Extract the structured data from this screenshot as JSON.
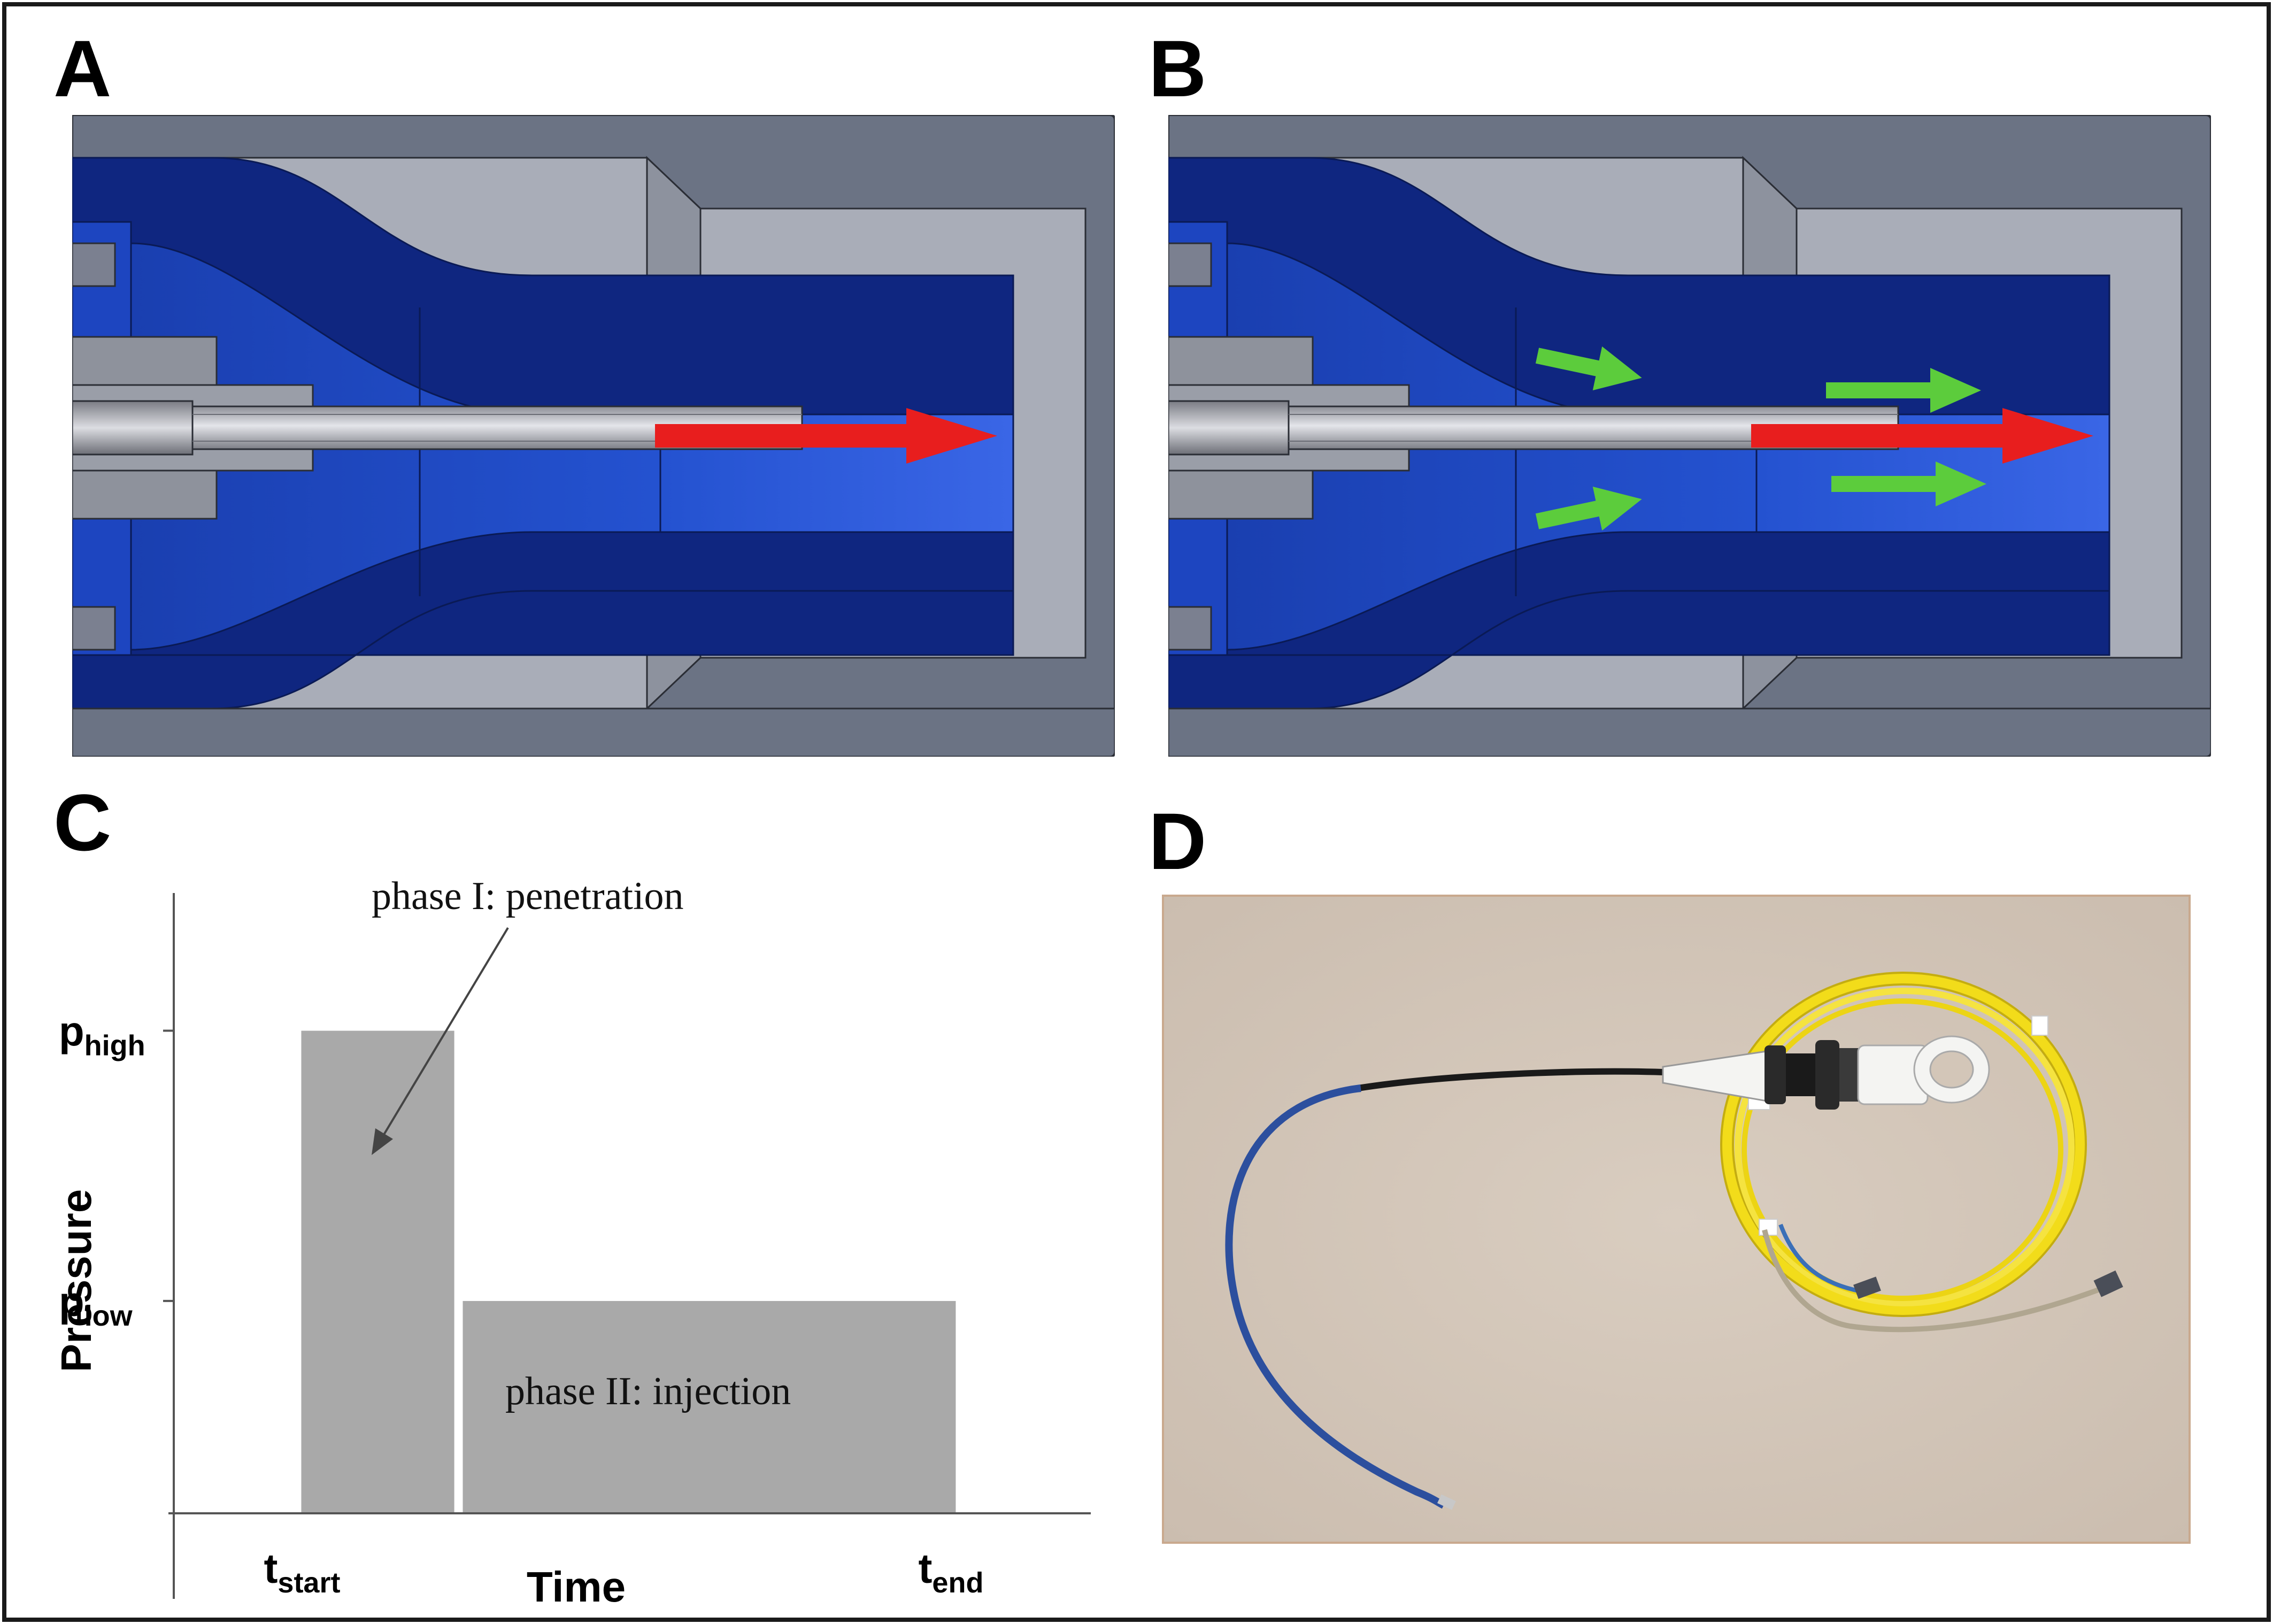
{
  "panels": {
    "a": {
      "letter": "A"
    },
    "b": {
      "letter": "B"
    },
    "c": {
      "letter": "C"
    },
    "d": {
      "letter": "D"
    }
  },
  "colors": {
    "housing_gray": "#6b7384",
    "housing_light": "#b9bdc6",
    "fluid_blue": "#1a3fb0",
    "fluid_dark": "#0f2680",
    "needle_gray": "#a8aab2",
    "red_arrow": "#e81e1e",
    "green_arrow": "#5ccc3c",
    "bar_gray": "#a9a9a9",
    "photo_bg": "#d3c6b8",
    "yellow_coil": "#f2dc1a",
    "blue_catheter": "#2c4f9e"
  },
  "icons": {
    "flow_arrow": "right-arrow",
    "tissue_flow_arrow": "right-arrow"
  },
  "chart_data": {
    "type": "bar",
    "ylabel": "Pressure",
    "xlabel": "Time",
    "x_ticks": [
      {
        "base": "t",
        "sub": "start",
        "x": 0.15
      },
      {
        "base": "t",
        "sub": "end",
        "x": 0.92
      }
    ],
    "y_ticks": [
      {
        "base": "p",
        "sub": "high",
        "y": 1.0
      },
      {
        "base": "p",
        "sub": "low",
        "y": 0.44
      }
    ],
    "bars": [
      {
        "name": "phase I",
        "x_start": 0.15,
        "x_end": 0.33,
        "value": 1.0
      },
      {
        "name": "phase II",
        "x_start": 0.34,
        "x_end": 0.92,
        "value": 0.44
      }
    ],
    "xlim": [
      0,
      1.06
    ],
    "ylim": [
      0,
      1.23
    ],
    "annotations": {
      "phase1": "phase I: penetration",
      "phase2": "phase II: injection"
    },
    "bar_color": "#a9a9a9",
    "grid": false
  }
}
